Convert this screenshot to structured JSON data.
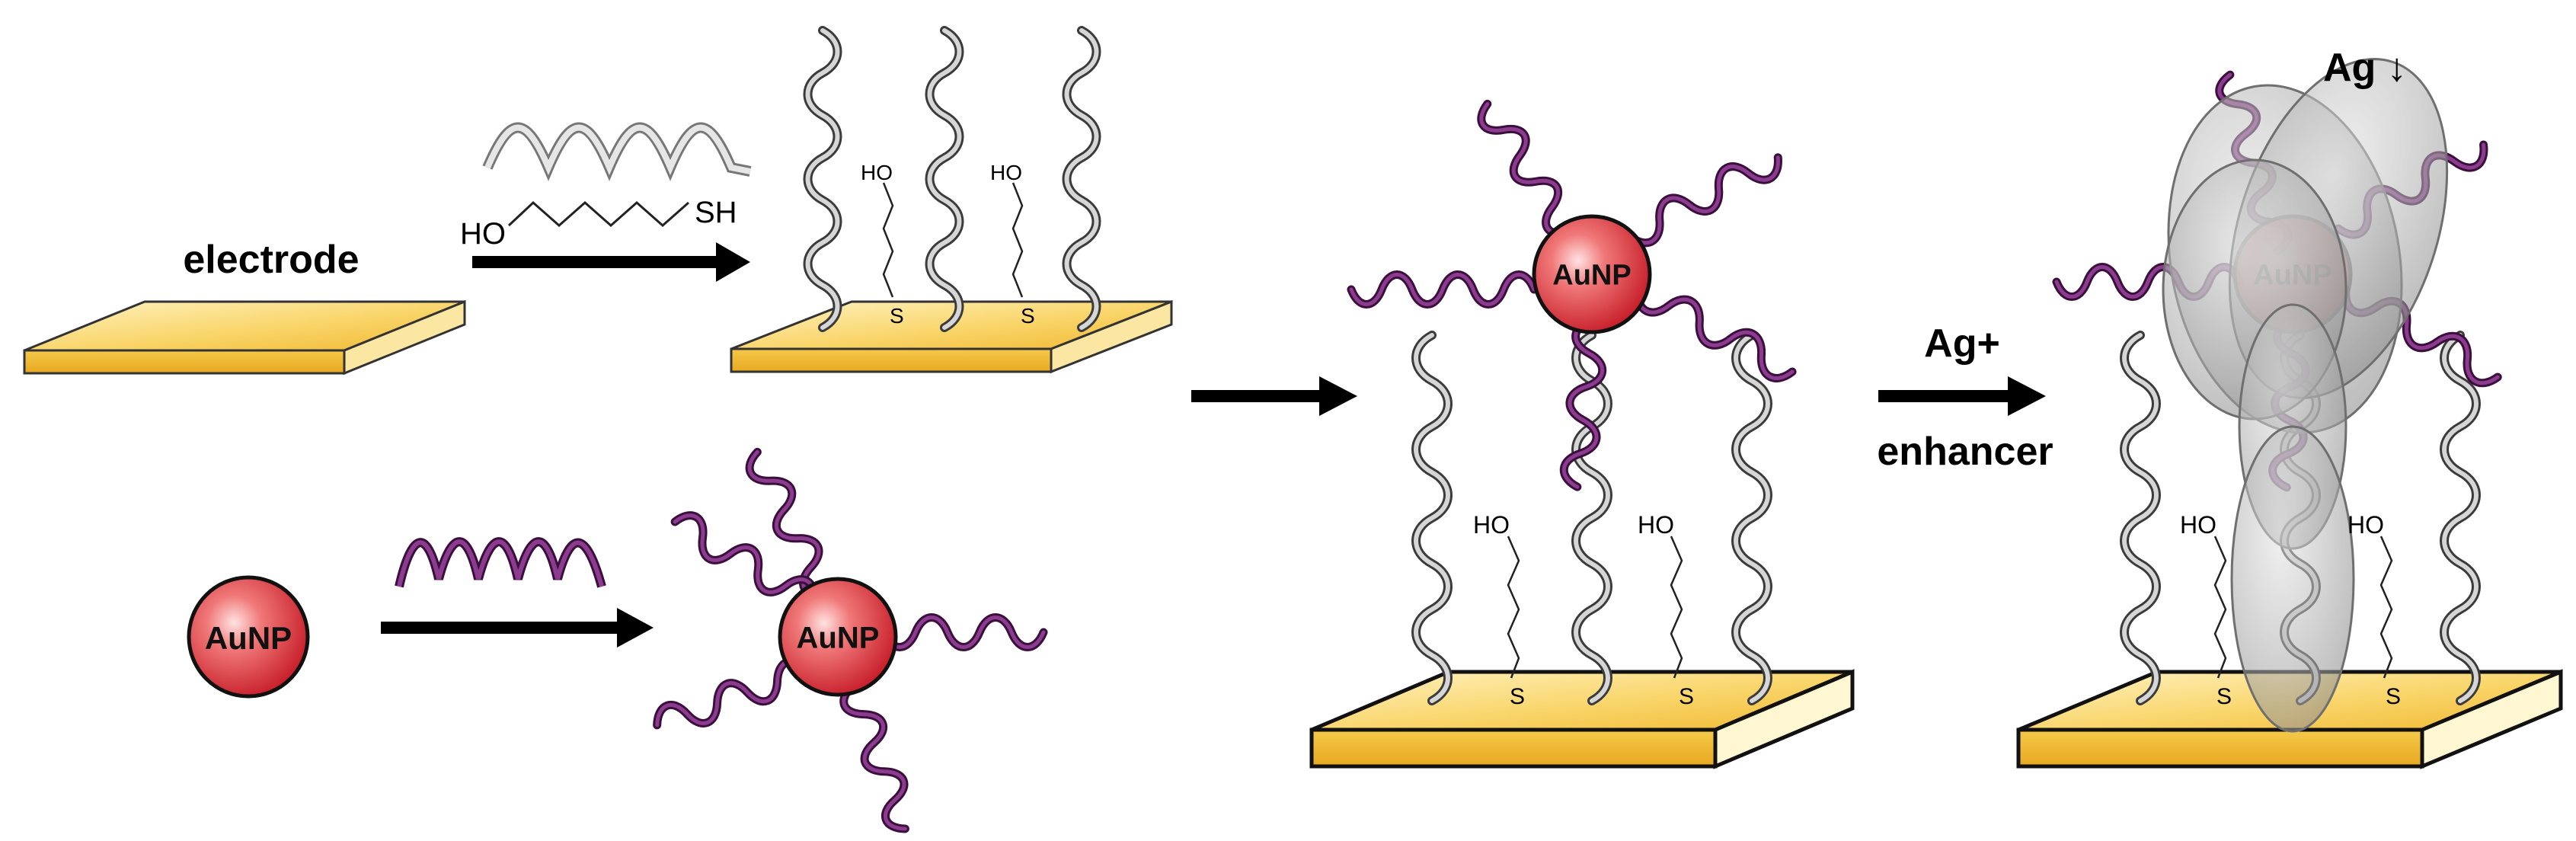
{
  "labels": {
    "electrode": "electrode",
    "ho": "HO",
    "sh": "SH",
    "s": "S",
    "aunp": "AuNP",
    "ag_plus": "Ag+",
    "enhancer": "enhancer",
    "ag_down": "Ag ↓"
  },
  "colors": {
    "electrode_gold": "#F5C94A",
    "electrode_light": "#FFF3C4",
    "nanoparticle_red": "#D9303A",
    "probe_dna_gray": "#8C8C8C",
    "target_dna_purple": "#6B1F6E",
    "silver_gray": "#9A9A9A"
  }
}
